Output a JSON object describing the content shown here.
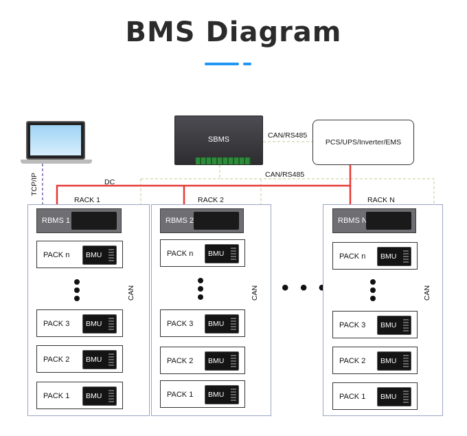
{
  "title": "BMS Diagram",
  "colors": {
    "accent": "#2196f3",
    "dc_line": "#e53935",
    "can_line": "#3f51b5",
    "can_rs485_line": "#d6dcb6",
    "tcp_line": "#7b5ea7"
  },
  "sbms": {
    "label": "SBMS"
  },
  "pcs": {
    "label": "PCS/UPS/Inverter/EMS"
  },
  "connections": {
    "can_rs485_top": "CAN/RS485",
    "can_rs485_mid": "CAN/RS485",
    "dc": "DC",
    "tcp_ip": "TCP/IP"
  },
  "ellipsis": "• • •",
  "racks": [
    {
      "name": "RACK 1",
      "rbms": "RBMS 1",
      "can": "CAN",
      "packs": [
        {
          "label": "PACK n",
          "bmu": "BMU"
        },
        {
          "label": "PACK 3",
          "bmu": "BMU"
        },
        {
          "label": "PACK 2",
          "bmu": "BMU"
        },
        {
          "label": "PACK 1",
          "bmu": "BMU"
        }
      ]
    },
    {
      "name": "RACK 2",
      "rbms": "RBMS 2",
      "can": "CAN",
      "packs": [
        {
          "label": "PACK n",
          "bmu": "BMU"
        },
        {
          "label": "PACK 3",
          "bmu": "BMU"
        },
        {
          "label": "PACK 2",
          "bmu": "BMU"
        },
        {
          "label": "PACK 1",
          "bmu": "BMU"
        }
      ]
    },
    {
      "name": "RACK N",
      "rbms": "RBMS N",
      "can": "CAN",
      "packs": [
        {
          "label": "PACK n",
          "bmu": "BMU"
        },
        {
          "label": "PACK 3",
          "bmu": "BMU"
        },
        {
          "label": "PACK 2",
          "bmu": "BMU"
        },
        {
          "label": "PACK 1",
          "bmu": "BMU"
        }
      ]
    }
  ]
}
